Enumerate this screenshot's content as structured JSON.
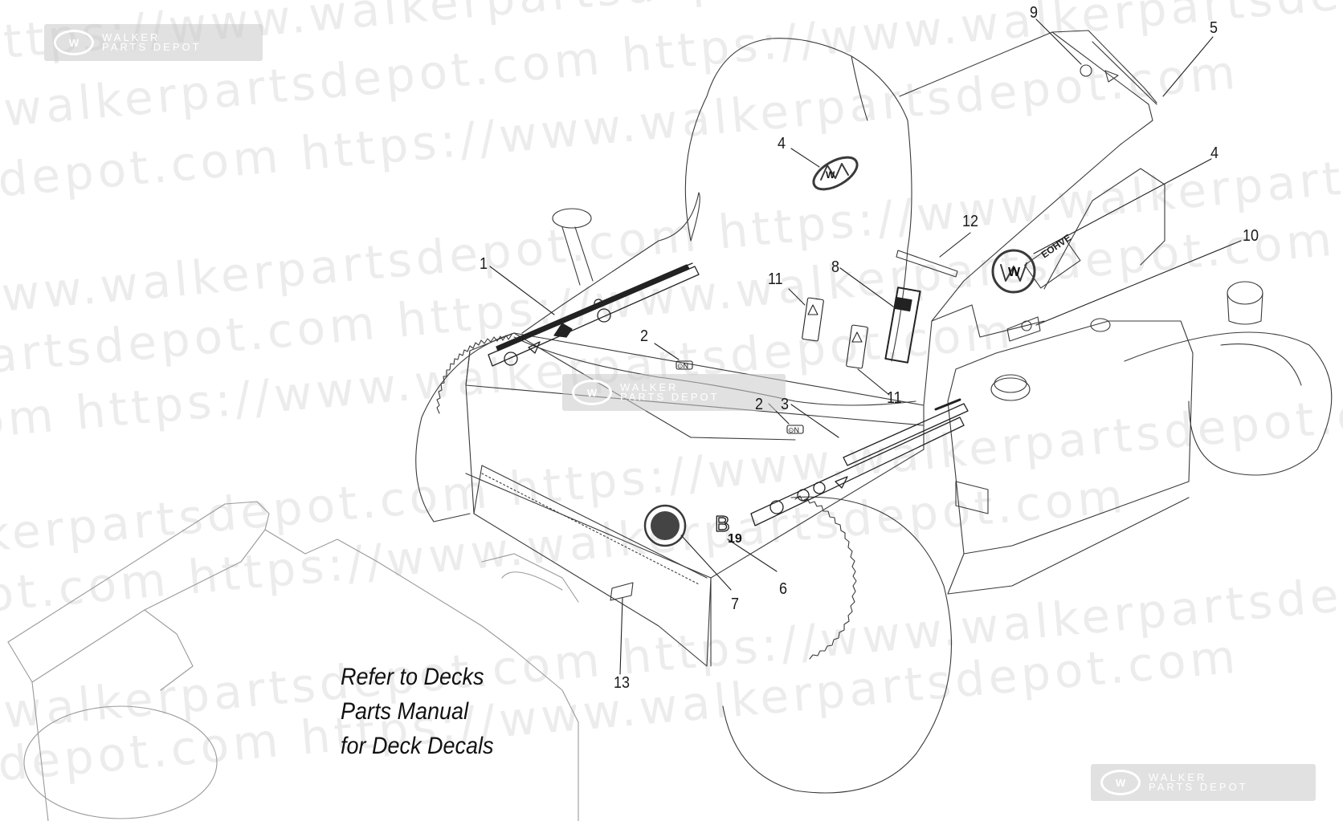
{
  "watermark": {
    "lines": [
      "https://www.walkerpartsdepot.com https://www.walkerpartsdepot.com",
      "https://www.walkerpartsdepot.com https://www.walkerpartsdepot.com",
      "https://www.walkerpartsdepot.com https://www.walkerpartsdepot.com",
      "https://www.walkerpartsdepot.com https://www.walkerpartsdepot.com",
      "https://www.walkerpartsdepot.com https://www.walkerpartsdepot.com",
      "https://www.walkerpartsdepot.com https://www.walkerpartsdepot.com",
      "https://www.walkerpartsdepot.com https://www.walkerpartsdepot.com",
      "https://www.walkerpartsdepot.com https://www.walkerpartsdepot.com",
      "https://www.walkerpartsdepot.com https://www.walkerpartsdepot.com",
      "https://www.walkerpartsdepot.com https://www.walkerpartsdepot.com"
    ],
    "badge": {
      "logo": "W",
      "line1": "WALKER",
      "line2": "PARTS DEPOT"
    }
  },
  "callouts": {
    "c1": "1",
    "c2a": "2",
    "c2b": "2",
    "c3": "3",
    "c4a": "4",
    "c4b": "4",
    "c5": "5",
    "c6": "6",
    "c7": "7",
    "c8": "8",
    "c9": "9",
    "c10": "10",
    "c11a": "11",
    "c11b": "11",
    "c12": "12",
    "c13": "13"
  },
  "decals": {
    "emblem": "W",
    "b19_letter": "B",
    "b19_number": "19",
    "engine_brand": "EOHVE",
    "neutral_label": "⊙N"
  },
  "note": {
    "line1": "Refer to Decks",
    "line2": "Parts Manual",
    "line3": "for Deck Decals"
  },
  "colors": {
    "line": "#3a3a3a",
    "watermark": "#ececec",
    "badge": "#c8c8c8"
  }
}
